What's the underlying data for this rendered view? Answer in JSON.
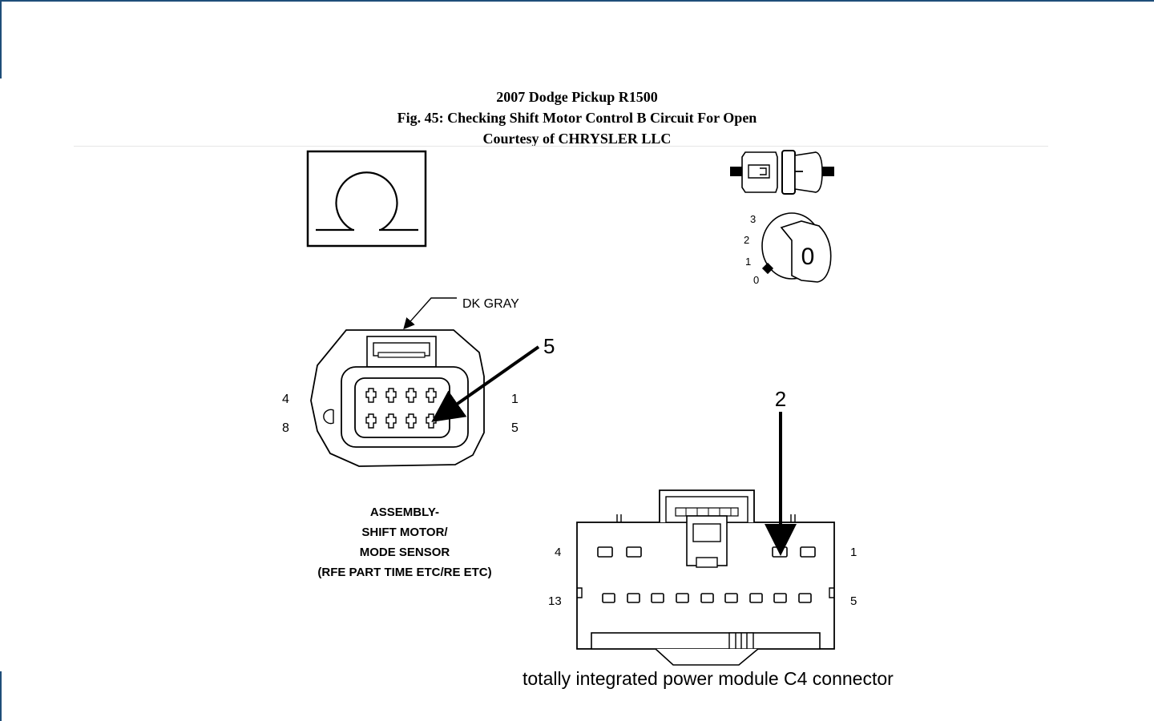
{
  "header": {
    "title": "2007 Dodge Pickup R1500",
    "figure": "Fig. 45: Checking Shift Motor Control B Circuit For Open",
    "courtesy": "Courtesy of CHRYSLER LLC"
  },
  "ohmmeter": {
    "symbol": "Ω",
    "icon": "ohm-icon"
  },
  "ignition": {
    "connector_icon": "disconnected-connector-icon",
    "key_icon": "ignition-key-icon",
    "positions": [
      "3",
      "2",
      "1",
      "0"
    ],
    "key_label": "0"
  },
  "shift_motor_connector": {
    "wire_color_label": "DK GRAY",
    "pin_callout": "5",
    "pin_labels": {
      "top_left": "4",
      "bottom_left": "8",
      "top_right": "1",
      "bottom_right": "5"
    },
    "assembly_label": [
      "ASSEMBLY-",
      "SHIFT MOTOR/",
      "MODE SENSOR",
      "(RFE PART TIME ETC/RE ETC)"
    ]
  },
  "tipm_connector": {
    "pin_callout": "2",
    "pin_labels": {
      "top_left": "4",
      "bottom_left": "13",
      "top_right": "1",
      "bottom_right": "5"
    },
    "caption": "totally integrated power module C4 connector"
  },
  "colors": {
    "ink": "#000000",
    "frame_accent": "#1f4e79",
    "background": "#ffffff"
  }
}
